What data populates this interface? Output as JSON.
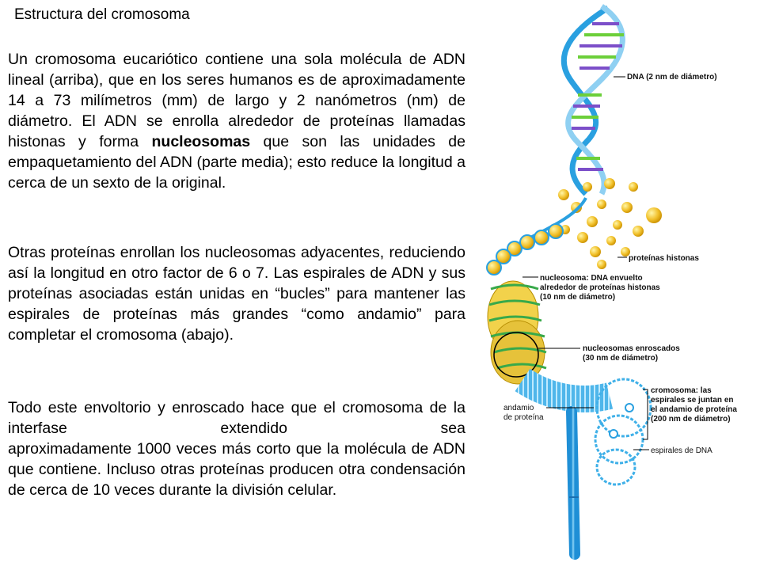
{
  "title": "Estructura del cromosoma",
  "paragraphs": {
    "p1": {
      "before": "Un cromosoma eucariótico contiene una sola molécula de ADN lineal (arriba), que en los seres humanos es de aproximadamente 14 a 73 milímetros (mm) de largo y 2 nanómetros (nm) de diámetro. El ADN se enrolla alrededor de proteínas llamadas histonas y forma ",
      "bold": "nucleosomas",
      "after": " que son las unidades de empaquetamiento del ADN (parte media); esto reduce la longitud a cerca de un sexto de la original."
    },
    "p2": "Otras proteínas enrollan los nucleosomas adyacentes, reduciendo así la longitud en otro factor de 6 o 7. Las espirales de ADN y sus proteínas asociadas están unidas en “bucles” para mantener las espirales de proteínas más grandes “como andamio” para completar el cromosoma (abajo).",
    "p3a": "Todo este envoltorio y enroscado hace que el cromosoma de la interfase extendido sea",
    "p3b": "aproximadamente 1000 veces más corto que la molécula de ADN que contiene. Incluso otras proteínas producen otra condensación de cerca de 10 veces durante la división celular."
  },
  "figure": {
    "labels": {
      "dna": "DNA (2 nm de diámetro)",
      "histones": "proteínas histonas",
      "nuc1": "nucleosoma: DNA envuelto",
      "nuc2": "alrededor de proteínas histonas",
      "nuc3": "(10 nm de diámetro)",
      "coil1": "nucleosomas enroscados",
      "coil2": "(30 nm de diámetro)",
      "chr1": "cromosoma: las",
      "chr2": "espirales se juntan en",
      "chr3": "el andamio de proteína",
      "chr4": "(200 nm de diámetro)",
      "scaf1": "andamio",
      "scaf2": "de proteína",
      "spirals": "espirales de DNA"
    }
  }
}
